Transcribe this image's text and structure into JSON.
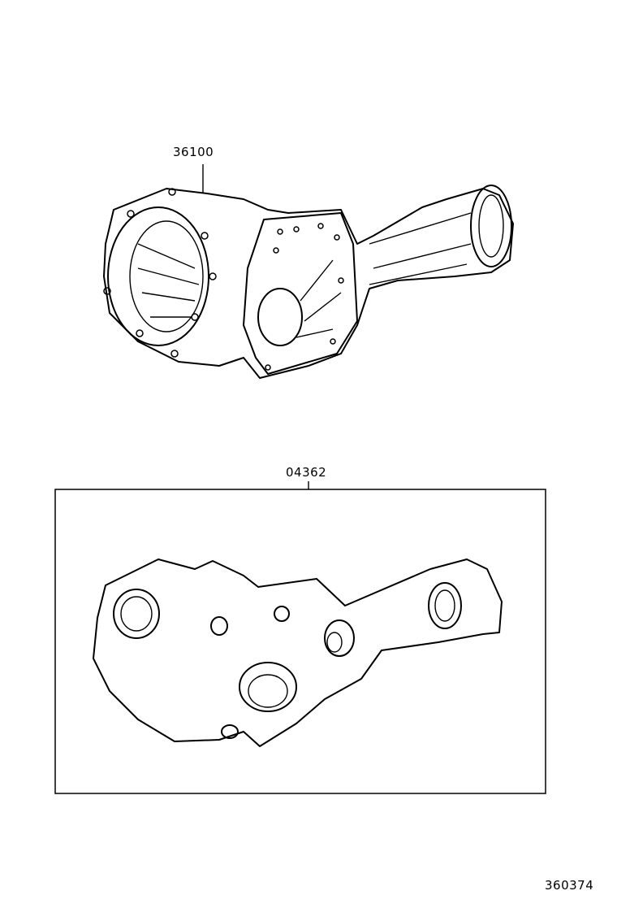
{
  "parts": [
    {
      "part_number": "36100"
    },
    {
      "part_number": "04362"
    }
  ],
  "illustration_id": "360374"
}
